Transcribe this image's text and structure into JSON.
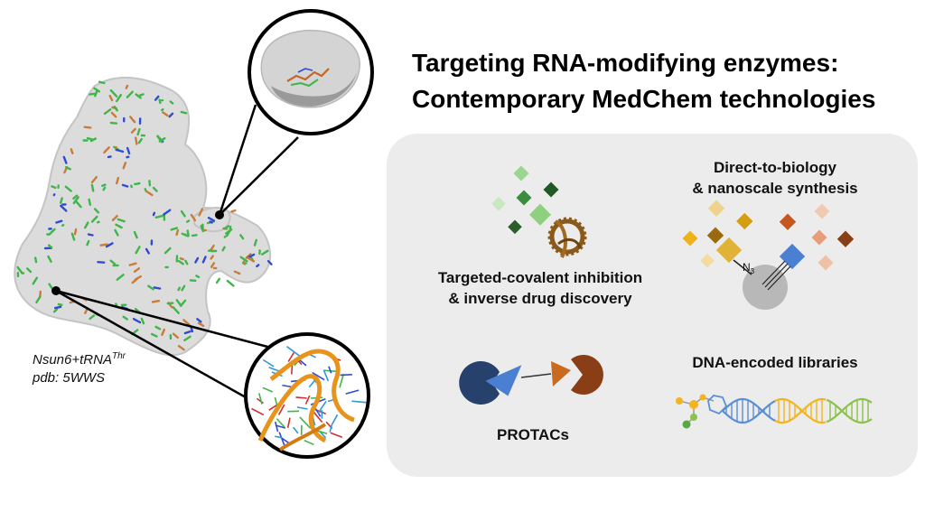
{
  "title": {
    "line1": "Targeting RNA-modifying enzymes:",
    "line2": "Contemporary MedChem technologies"
  },
  "structure_caption": {
    "complex": "Nsun6+tRNA",
    "complex_superscript": "Thr",
    "pdb": "pdb: 5WWS"
  },
  "technologies": {
    "covalent": {
      "line1": "Targeted-covalent inhibition",
      "line2": "& inverse drug discovery"
    },
    "d2b": {
      "line1": "Direct-to-biology",
      "line2": "& nanoscale synthesis",
      "azide_label": "N",
      "azide_subscript": "3"
    },
    "protacs": {
      "label": "PROTACs"
    },
    "del": {
      "label": "DNA-encoded libraries"
    }
  },
  "colors": {
    "panel": "#ececec",
    "stick_green": "#3fb54a",
    "stick_orange": "#c97b3a",
    "stick_blue": "#2f4bd6",
    "protac_navy": "#26416b",
    "protac_blue": "#4a7fd1",
    "protac_orange": "#c96a1f",
    "protac_brown": "#8a3e16",
    "dna_blue": "#5a8fd6",
    "dna_yellow": "#f2b51d",
    "dna_green": "#8cc24a"
  }
}
